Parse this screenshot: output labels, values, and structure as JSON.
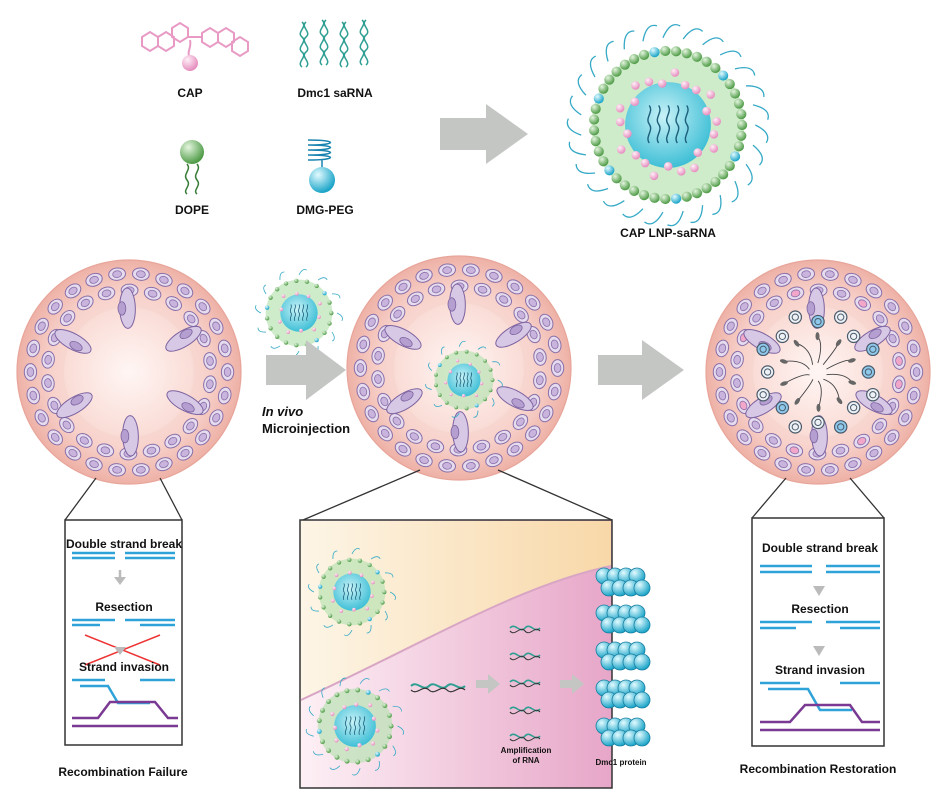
{
  "components": {
    "cap": "CAP",
    "dmc1_sarna": "Dmc1  saRNA",
    "dope": "DOPE",
    "dmg_peg": "DMG-PEG",
    "nanoparticle": "CAP LNP-saRNA"
  },
  "process": {
    "injection_line1": "In vivo",
    "injection_line2": "Microinjection"
  },
  "left_panel": {
    "step1": "Double strand break",
    "step2": "Resection",
    "step3": "Strand invasion",
    "caption": "Recombination Failure"
  },
  "middle_panel": {
    "amplification_line1": "Amplification",
    "amplification_line2": "of RNA",
    "protein": "Dmc1 protein"
  },
  "right_panel": {
    "step1": "Double strand break",
    "step2": "Resection",
    "step3": "Strand invasion",
    "caption": "Recombination Restoration"
  },
  "colors": {
    "arrow": "#c4c6c4",
    "dna_blue": "#2fa3d8",
    "dna_purple": "#7a3a93",
    "tissue_pink": "#f5c9c2",
    "cell_lilac": "#d9cde8",
    "core_cyan": "#7fd8e6",
    "lipid_green": "#8fcf8a",
    "cap_pink": "#f4a9d0"
  }
}
